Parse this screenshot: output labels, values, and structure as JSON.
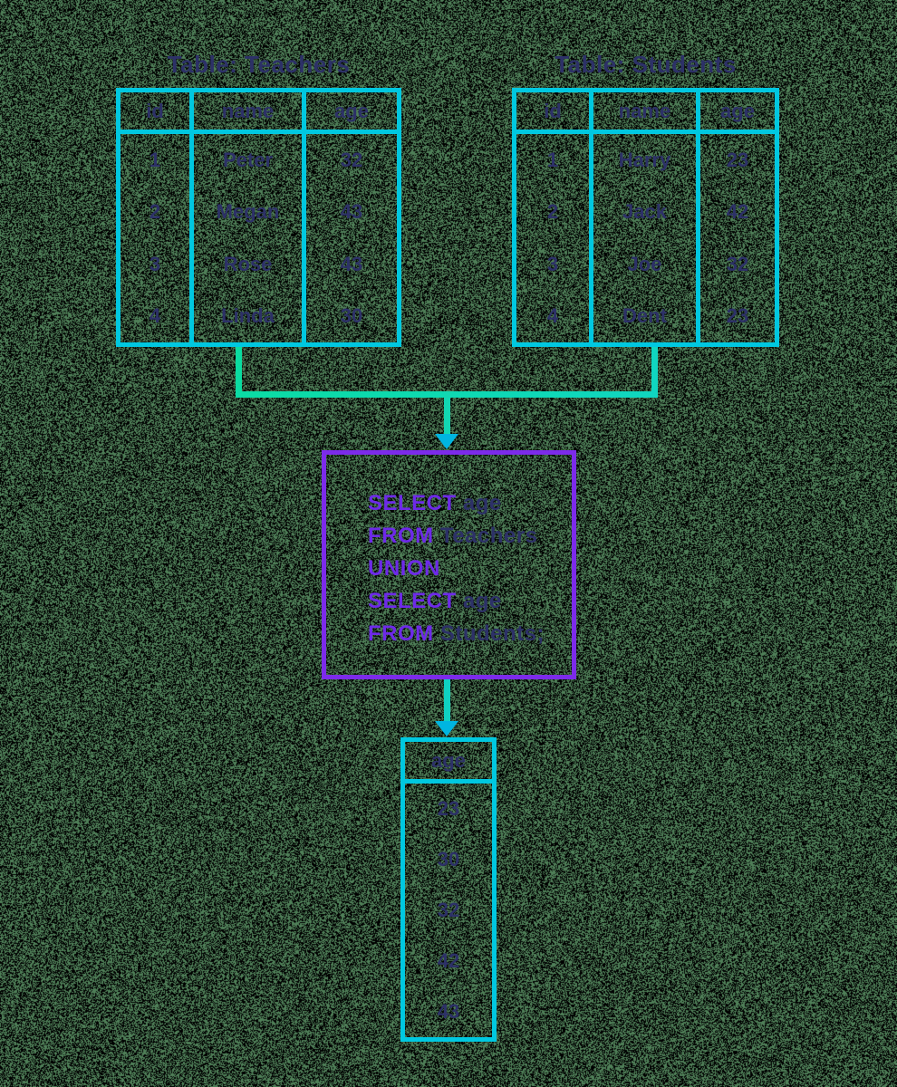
{
  "background": {
    "base_color": "#4f7f58",
    "noise_color": "#000000",
    "noise_density": 0.47
  },
  "colors": {
    "navy": "#2d3168",
    "cyan": "#00c8e0",
    "teal": "#12d7b2",
    "arrow": "#00b5e0",
    "purple": "#7c2bea",
    "purplekw": "#6d2ae8"
  },
  "teachers": {
    "title": "Table: Teachers",
    "columns": [
      "id",
      "name",
      "age"
    ],
    "rows": [
      [
        "1",
        "Peter",
        "32"
      ],
      [
        "2",
        "Megan",
        "43"
      ],
      [
        "3",
        "Rose",
        "43"
      ],
      [
        "4",
        "Linda",
        "30"
      ]
    ]
  },
  "students": {
    "title": "Table: Students",
    "columns": [
      "id",
      "name",
      "age"
    ],
    "rows": [
      [
        "1",
        "Harry",
        "23"
      ],
      [
        "2",
        "Jack",
        "42"
      ],
      [
        "3",
        "Joe",
        "32"
      ],
      [
        "4",
        "Dent",
        "23"
      ]
    ]
  },
  "sql": {
    "lines": [
      {
        "keyword": "SELECT ",
        "rest": "age"
      },
      {
        "keyword": "FROM ",
        "rest": "Teachers"
      },
      {
        "keyword": "UNION",
        "rest": ""
      },
      {
        "keyword": "SELECT ",
        "rest": "age"
      },
      {
        "keyword": "FROM ",
        "rest": "Students;"
      }
    ]
  },
  "result": {
    "columns": [
      "age"
    ],
    "rows": [
      "23",
      "30",
      "32",
      "42",
      "43"
    ]
  }
}
